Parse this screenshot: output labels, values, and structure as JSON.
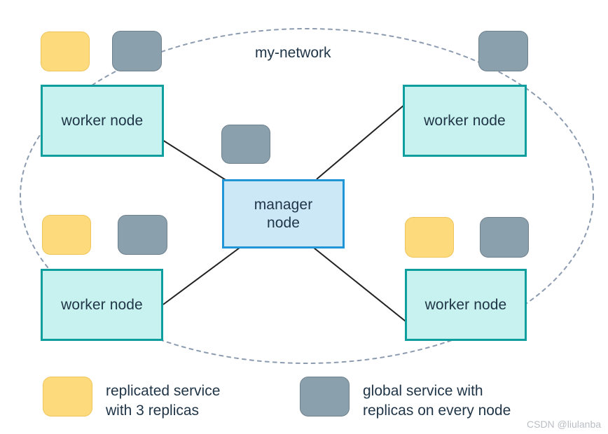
{
  "diagram": {
    "network_label": "my-network",
    "manager": {
      "label": "manager\nnode"
    },
    "workers": [
      {
        "id": "worker-top-left",
        "label": "worker node"
      },
      {
        "id": "worker-top-right",
        "label": "worker node"
      },
      {
        "id": "worker-bottom-left",
        "label": "worker node"
      },
      {
        "id": "worker-bottom-right",
        "label": "worker node"
      }
    ],
    "services": [
      {
        "id": "svc-yellow-top-left",
        "type": "replicated"
      },
      {
        "id": "svc-gray-top-left",
        "type": "global"
      },
      {
        "id": "svc-gray-top-right",
        "type": "global"
      },
      {
        "id": "svc-gray-center",
        "type": "global"
      },
      {
        "id": "svc-yellow-mid-left",
        "type": "replicated"
      },
      {
        "id": "svc-gray-mid-left",
        "type": "global"
      },
      {
        "id": "svc-yellow-mid-right",
        "type": "replicated"
      },
      {
        "id": "svc-gray-mid-right",
        "type": "global"
      }
    ]
  },
  "legend": {
    "replicated": "replicated service\nwith 3 replicas",
    "global": "global service with\nreplicas on every node"
  },
  "watermark": "CSDN @liulanba",
  "colors": {
    "worker_fill": "#c7f2ef",
    "worker_border": "#0f9e9e",
    "manager_fill": "#cce8f7",
    "manager_border": "#2196d6",
    "replicated_fill": "#fddb7d",
    "global_fill": "#8ba0ad",
    "text": "#1f3446",
    "network_outline": "#8c9bb0",
    "connector": "#222222",
    "watermark": "#b9bec4"
  }
}
